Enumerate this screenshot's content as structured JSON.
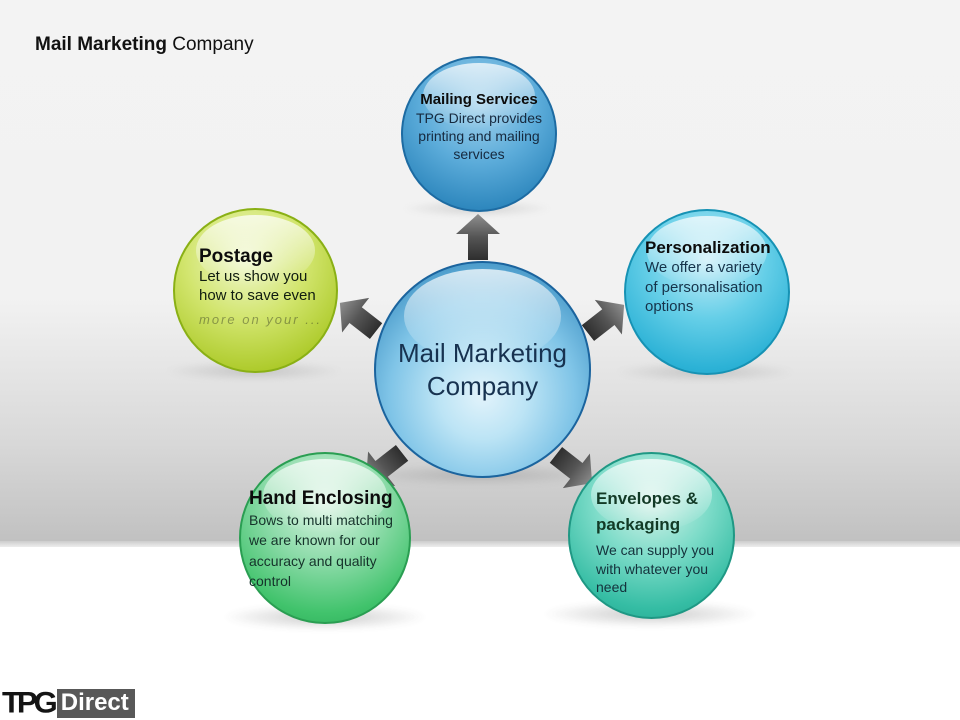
{
  "title": {
    "bold": "Mail Marketing",
    "regular": " Company"
  },
  "center_node": {
    "label": "Mail Marketing Company"
  },
  "nodes": [
    {
      "id": "mailing-services",
      "title": "Mailing Services",
      "body": "TPG Direct provides printing and mailing services"
    },
    {
      "id": "personalization",
      "title": "Personalization",
      "body": "We offer a variety of personalisation options"
    },
    {
      "id": "postage",
      "title": "Postage",
      "body": "Let us show you how to save even",
      "body_faded": "more on your ..."
    },
    {
      "id": "hand-enclosing",
      "title": "Hand Enclosing",
      "body": "Bows to multi matching we are known for our accuracy and quality control"
    },
    {
      "id": "envelopes-packaging",
      "title": "Envelopes & packaging",
      "body": "We can supply you with whatever you need"
    }
  ],
  "logo": {
    "tpg": "TPG",
    "direct": "Direct"
  },
  "colors": {
    "background_top": "#f2f2f2",
    "background_band_dark": "#c1c1c1",
    "background_bottom": "#ffffff",
    "center_sphere": "#3f92c4",
    "mailing_sphere": "#2f88be",
    "personalization_sphere": "#2cb2d6",
    "postage_sphere": "#aecb2c",
    "hand_enclosing_sphere": "#41c36c",
    "envelopes_sphere": "#35bda4",
    "arrow": "#4a4a4a",
    "logo_box": "#585858"
  }
}
